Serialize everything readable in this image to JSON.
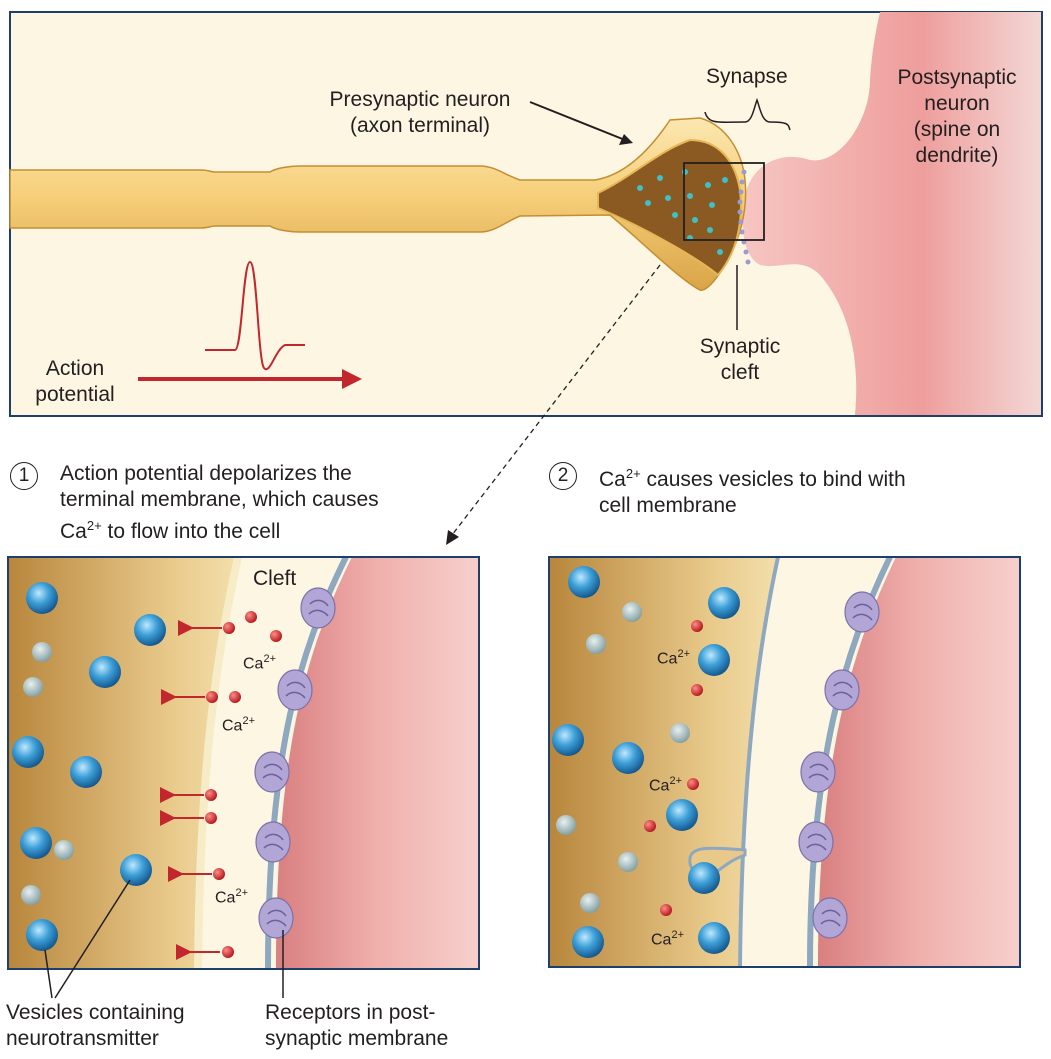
{
  "top": {
    "presynaptic_label": [
      "Presynaptic neuron",
      "(axon terminal)"
    ],
    "synapse_label": "Synapse",
    "postsynaptic_label": [
      "Postsynaptic",
      "neuron",
      "(spine on",
      "dendrite)"
    ],
    "cleft_label": [
      "Synaptic",
      "cleft"
    ],
    "action_potential_label": [
      "Action",
      "potential"
    ]
  },
  "steps": [
    {
      "number": "1",
      "lines": [
        "Action potential depolarizes the",
        "terminal membrane, which causes",
        "Ca",
        "2+",
        " to flow into the cell"
      ]
    },
    {
      "number": "2",
      "lines": [
        "Ca",
        "2+",
        " causes vesicles to bind with",
        "cell membrane"
      ]
    }
  ],
  "panel1": {
    "cleft_label": "Cleft",
    "ion_label_base": "Ca",
    "ion_label_sup": "2+"
  },
  "bottom_labels": {
    "vesicles": [
      "Vesicles containing",
      "neurotransmitter"
    ],
    "receptors": [
      "Receptors in post-",
      "synaptic membrane"
    ]
  },
  "colors": {
    "frame": "#1f3f6b",
    "background": "#fdf6e3",
    "axon": "#f3c766",
    "postsynaptic": "#f1b1b0",
    "arrow_red": "#c1272d",
    "vesicle": "#2f8fc9",
    "calcium": "#d42a2a",
    "receptor": "#b2a6d6"
  }
}
